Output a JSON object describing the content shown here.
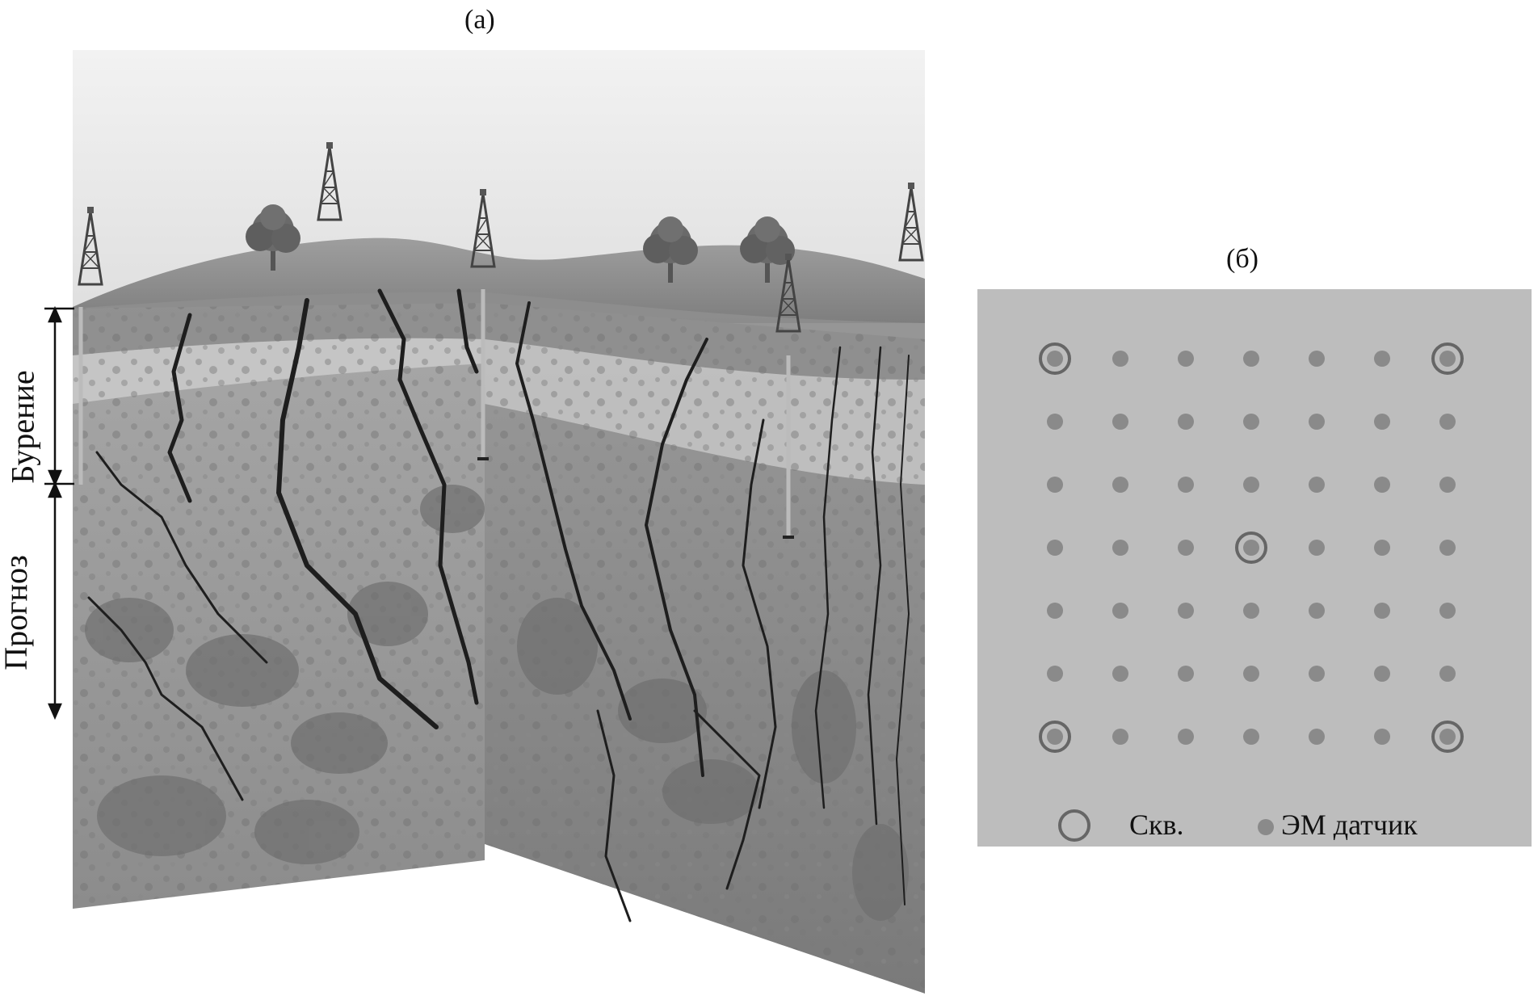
{
  "panel_a": {
    "label": "(a)",
    "drilling_label": "Бурение",
    "forecast_label": "Прогноз"
  },
  "panel_b": {
    "label": "(б)",
    "grid": {
      "rows": 7,
      "cols": 7
    },
    "wells": [
      [
        0,
        0
      ],
      [
        0,
        6
      ],
      [
        3,
        3
      ],
      [
        6,
        0
      ],
      [
        6,
        6
      ]
    ],
    "legend": {
      "well": "Скв.",
      "sensor": "ЭМ датчик"
    }
  },
  "colors": {
    "panel_bg": "#bdbdbd",
    "sensor": "#8a8a8a",
    "well_ring": "#666666"
  }
}
